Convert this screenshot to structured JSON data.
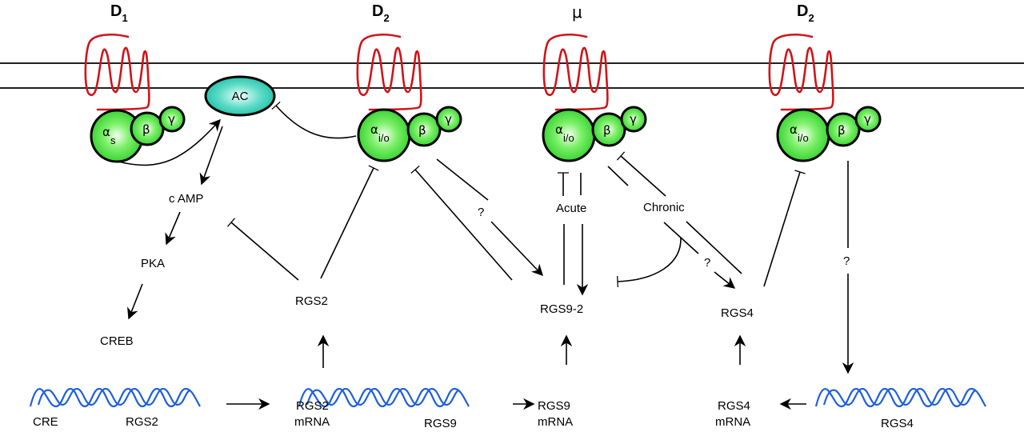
{
  "receptors": [
    {
      "id": "d1",
      "label": "D",
      "sub": "1",
      "alpha_sub": "s"
    },
    {
      "id": "d2a",
      "label": "D",
      "sub": "2",
      "alpha_sub": "i/o"
    },
    {
      "id": "mu",
      "label": "μ",
      "sub": "",
      "alpha_sub": "i/o"
    },
    {
      "id": "d2b",
      "label": "D",
      "sub": "2",
      "alpha_sub": "i/o"
    }
  ],
  "g_protein": {
    "alpha": "α",
    "beta": "β",
    "gamma": "γ"
  },
  "nodes": {
    "ac": "AC",
    "camp": "c AMP",
    "pka": "PKA",
    "creb": "CREB",
    "rgs2": "RGS2",
    "rgs9_2": "RGS9-2",
    "rgs4": "RGS4",
    "acute": "Acute",
    "chronic": "Chronic",
    "q1": "?",
    "q2": "?",
    "q3": "?"
  },
  "genes": {
    "cre": "CRE",
    "rgs2_gene": "RGS2",
    "rgs9_gene": "RGS9",
    "rgs4_gene": "RGS4"
  },
  "mrna": {
    "rgs2": {
      "name": "RGS2",
      "suffix": "mRNA"
    },
    "rgs9": {
      "name": "RGS9",
      "suffix": "mRNA"
    },
    "rgs4": {
      "name": "RGS4",
      "suffix": "mRNA"
    }
  },
  "colors": {
    "receptor": "#d0141a",
    "g_protein": "#33d633",
    "adenylyl_cyclase": "#2cc7b3",
    "dna": "#1f5fe0"
  }
}
